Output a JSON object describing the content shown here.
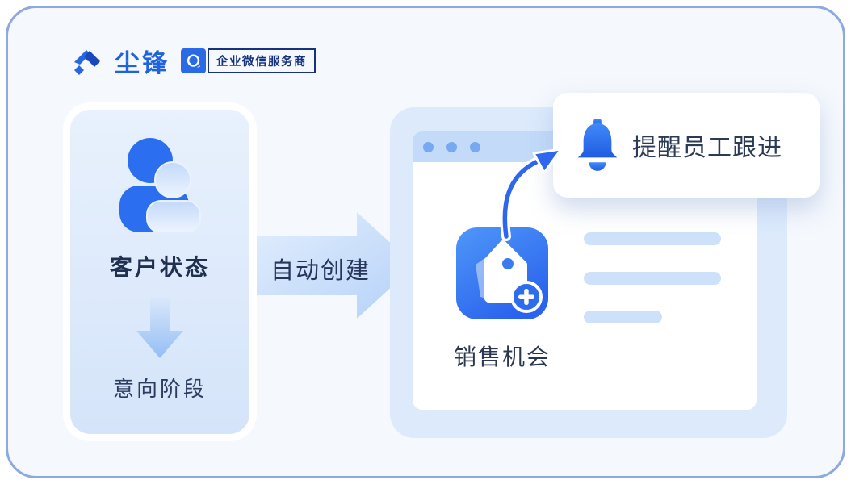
{
  "brand": {
    "logo_text": "尘锋",
    "badge_label": "企业微信服务商"
  },
  "left_card": {
    "title": "客户状态",
    "subtitle": "意向阶段"
  },
  "flow": {
    "arrow_label": "自动创建"
  },
  "window": {
    "opportunity_label": "销售机会",
    "skeleton_bars": 3,
    "titlebar_dots": 3
  },
  "notification": {
    "label": "提醒员工跟进"
  },
  "icons": {
    "logo_mark": "chenfeng-logo-mark",
    "badge_icon": "wecom-bubble-icon",
    "people": "customers-people-icon",
    "down_arrow": "down-arrow-icon",
    "flow_arrow": "right-arrow-shape",
    "tag_app": "tag-plus-app-icon",
    "bell": "notification-bell-icon",
    "curved_arrow": "curved-connector-arrow"
  },
  "colors": {
    "frame_border": "#8ca9e0",
    "canvas_fill": "#f5f8fd",
    "brand_blue": "#2163dd",
    "badge_navy": "#17337e",
    "accent_blue": "#2f66ef",
    "panel_blue": "#dceafc",
    "titlebar_blue": "#c3daf9",
    "dot_blue": "#77a9f2",
    "skeleton_blue": "#cde1fb",
    "navy_text": "#26355a"
  }
}
